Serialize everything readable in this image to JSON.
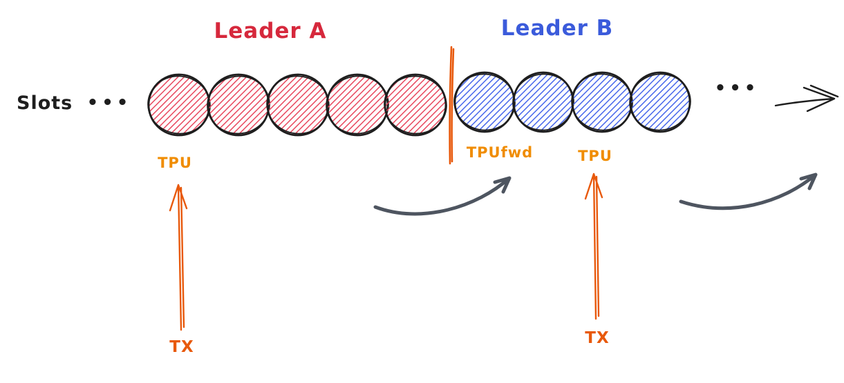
{
  "labels": {
    "leader_a": "Leader A",
    "leader_b": "Leader B",
    "slots": "Slots",
    "ellipsis_left": "•••",
    "ellipsis_right": "•••",
    "tpu_a": "TPU",
    "tpu_fwd": "TPUfwd",
    "tpu_b": "TPU",
    "tx_a": "TX",
    "tx_b": "TX"
  },
  "colors": {
    "leader_a_text": "#d6283c",
    "leader_b_text": "#3b5bdb",
    "slots_text": "#1e1e1e",
    "slot_outline": "#1e1e1e",
    "slot_hatch_a": "#e8435a",
    "slot_hatch_b": "#4263eb",
    "divider": "#e8590c",
    "tpu_label": "#f08c00",
    "tx_label": "#e8590c",
    "tx_arrow": "#e8590c",
    "flow_arrow": "#4e5560",
    "timeline_arrow": "#1e1e1e"
  }
}
